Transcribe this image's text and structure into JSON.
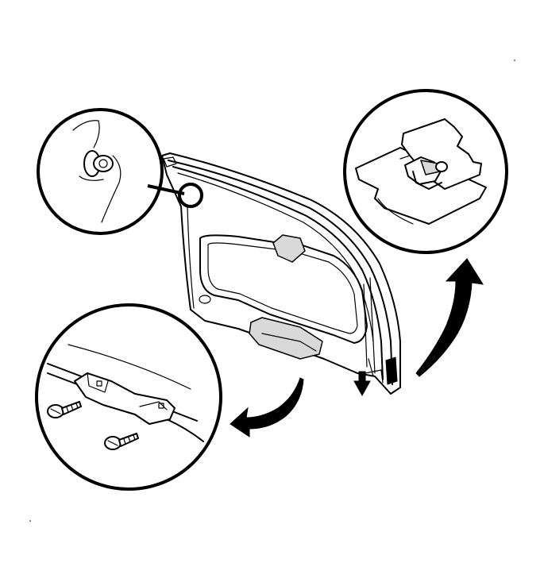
{
  "figure": {
    "background": "#ffffff",
    "line_color": "#000000",
    "panel_shade": "#d9d9d9",
    "callouts": [
      {
        "id": "retainer-pin-detail",
        "icon": "push-pin-icon"
      },
      {
        "id": "clip-detail",
        "icon": "clip-icon"
      },
      {
        "id": "screw-detail",
        "icon": "screw-icon"
      }
    ],
    "arrows": [
      "curved-arrow-up",
      "curved-arrow-left",
      "down-arrow"
    ]
  }
}
